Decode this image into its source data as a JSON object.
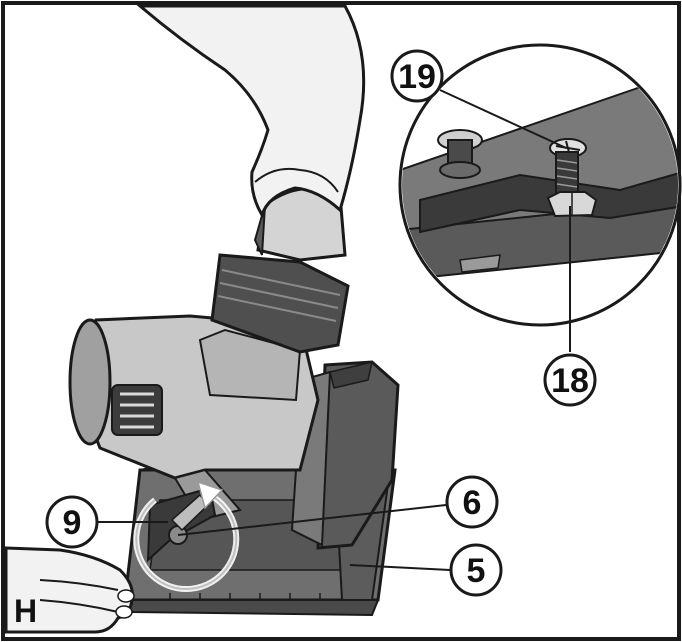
{
  "figure": {
    "letter": "H",
    "callouts": {
      "c19": "19",
      "c18": "18",
      "c9": "9",
      "c6": "6",
      "c5": "5"
    }
  },
  "colors": {
    "outline": "#1a1a1a",
    "tool_light": "#d9d9d9",
    "tool_mid": "#a8a8a8",
    "tool_dark": "#4a4a4a",
    "hand": "#f2f2f2"
  },
  "icons": [
    "circular-saw-illustration",
    "hand-illustration",
    "rotation-arrow-icon",
    "screw-icon",
    "nut-icon"
  ]
}
